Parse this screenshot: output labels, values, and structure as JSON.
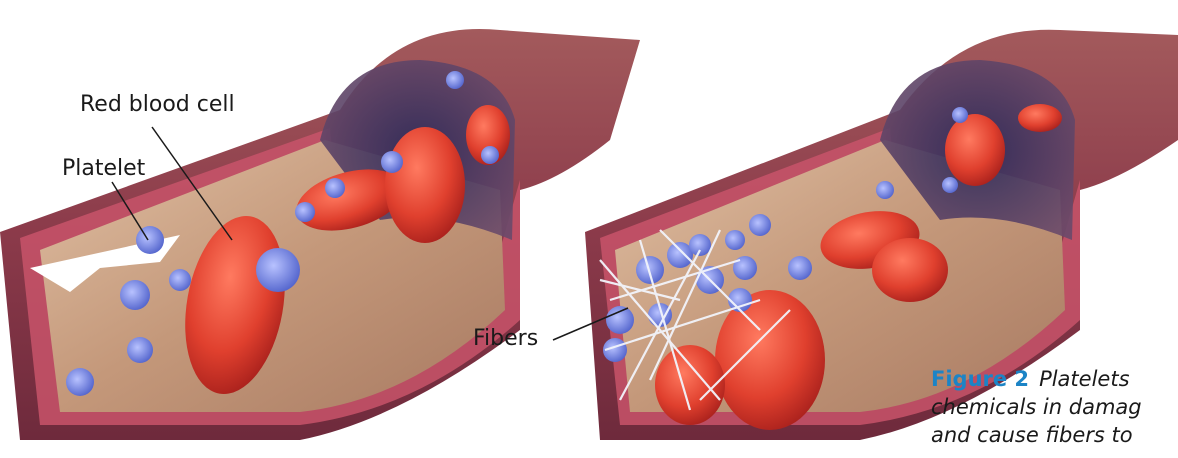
{
  "labels": {
    "red_blood_cell": "Red blood cell",
    "platelet": "Platelet",
    "fibers": "Fibers"
  },
  "caption": {
    "figure": "Figure 2",
    "line1": "Platelets",
    "line2": "chemicals in damag",
    "line3": "and cause fibers to"
  },
  "colors": {
    "vessel_outer": "#8b3a4a",
    "vessel_lining": "#c8546a",
    "vessel_interior": "#c4987a",
    "red_blood_cell": "#d8332a",
    "platelet": "#5b6fd8",
    "fiber": "#f2f4fb",
    "figure_label": "#1c84c6"
  }
}
